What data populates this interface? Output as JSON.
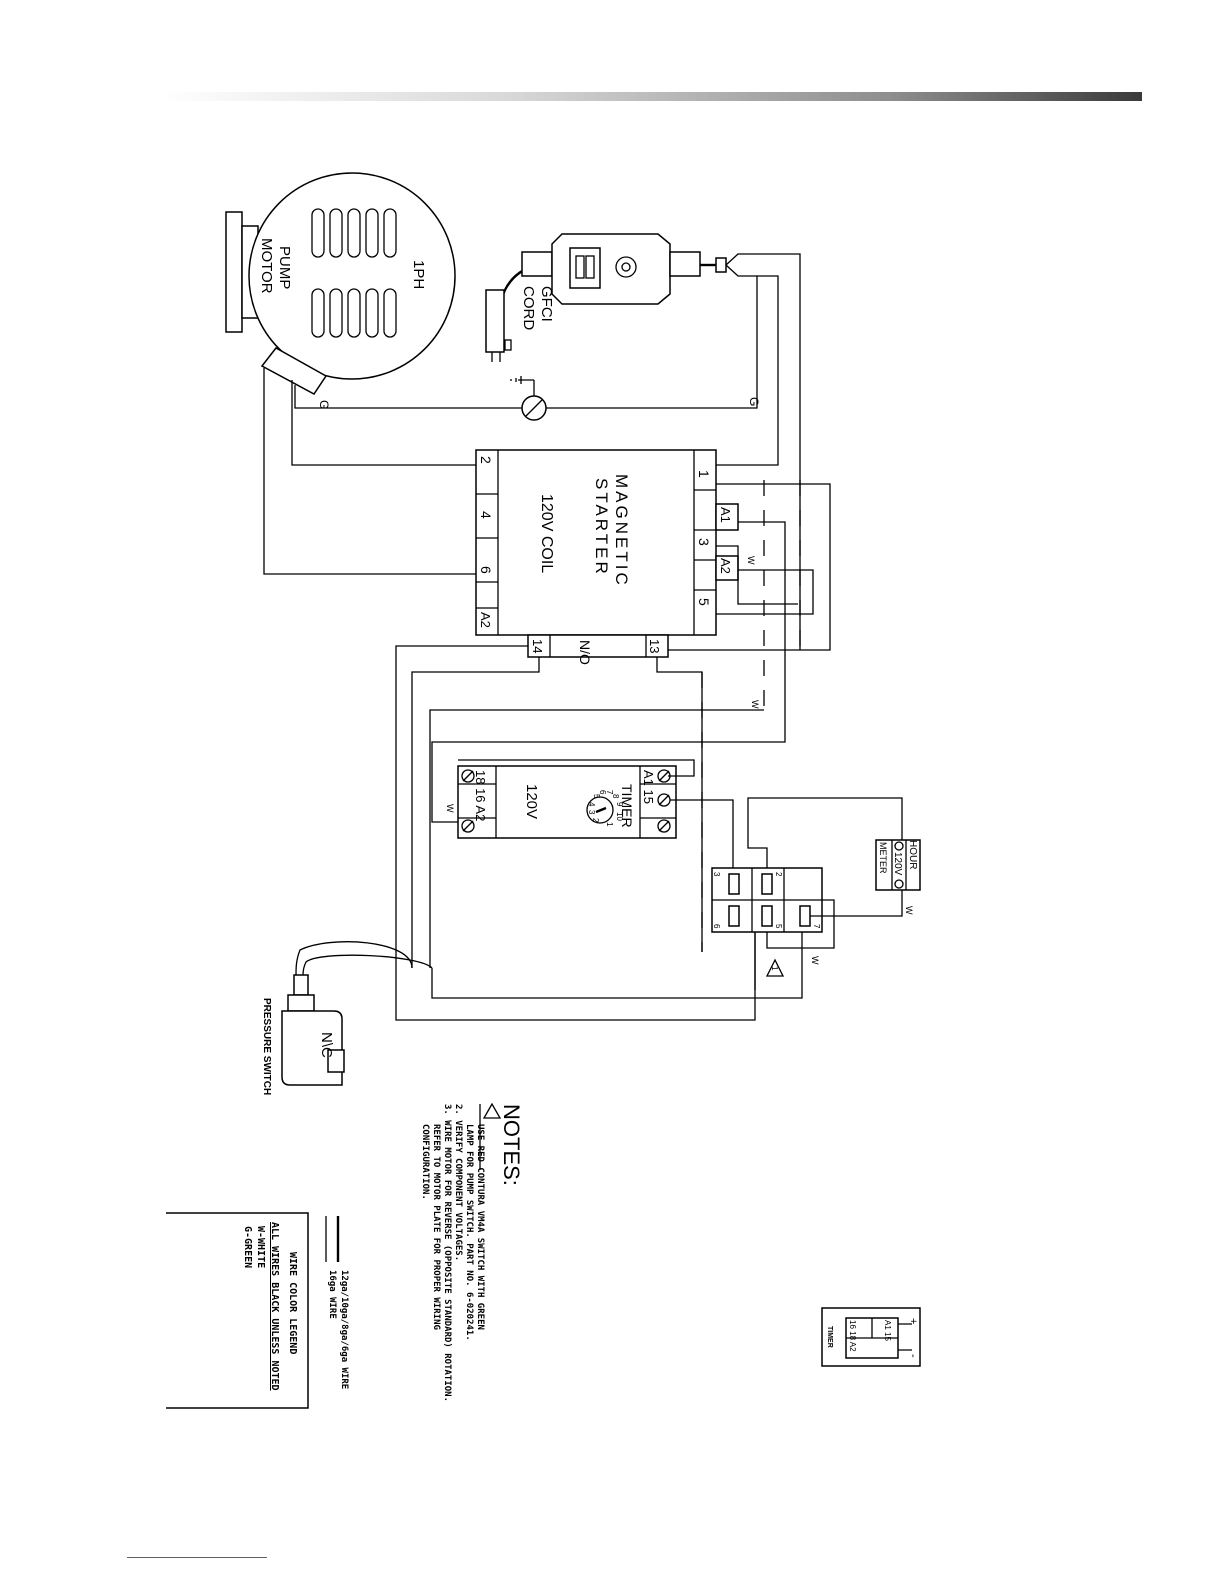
{
  "motor": {
    "phase": "1PH",
    "line1": "PUMP",
    "line2": "MOTOR"
  },
  "gfci": {
    "line1": "GFCI",
    "line2": "CORD"
  },
  "ground_labels": {
    "motor_side": "G",
    "cord_side": "G"
  },
  "starter": {
    "title1": "MAGNETIC",
    "title2": "STARTER",
    "coil": "120V COIL",
    "left_terminals": [
      "2",
      "4",
      "6",
      "A2"
    ],
    "right_terminals": [
      "1",
      "A1",
      "3",
      "A2",
      "5"
    ],
    "aux_left": "14",
    "aux_mid": "N/O",
    "aux_right": "13"
  },
  "wire_marks": {
    "w1": "W",
    "w2": "W",
    "w3": "W",
    "w4": "W",
    "w5": "W"
  },
  "timer": {
    "title": "TIMER",
    "voltage": "120V",
    "top_terms": "A1 15",
    "bottom_terms": "18 16 A2",
    "dial_numbers": [
      "1",
      "2",
      "3",
      "4",
      "5",
      "6",
      "7",
      "8",
      "9",
      "10"
    ]
  },
  "switch_block": {
    "terminals": [
      "2",
      "3",
      "5",
      "6",
      "7"
    ],
    "warn": "1"
  },
  "hour_meter": {
    "line1": "HOUR",
    "line2": "120V",
    "line3": "METER"
  },
  "pressure_switch": {
    "label": "PRESSURE SWITCH",
    "type": "N\\C"
  },
  "notes": {
    "title": "NOTES:",
    "items": [
      "USE RED CONTURA VM4A SWITCH WITH GREEN",
      "LAMP FOR PUMP SWITCH. PART NO. 6-020241.",
      "2.  VERIFY COMPONENT VOLTAGES.",
      "3.  WIRE MOTOR FOR REVERSE (OPPOSITE STANDARD) ROTATION.",
      "REFER TO MOTOR PLATE FOR PROPER WIRING",
      "CONFIGURATION."
    ]
  },
  "wire_key": {
    "thick": "12ga/10ga/8ga/6ga WIRE",
    "thin": "16ga WIRE"
  },
  "legend": {
    "title": "WIRE COLOR LEGEND",
    "default": "ALL WIRES BLACK UNLESS NOTED",
    "items": [
      "W-WHITE",
      "G-GREEN"
    ]
  },
  "timer_symbol": {
    "label": "TIMER",
    "plus": "+",
    "minus": "-",
    "top": "A1 15",
    "bottom": "16 18 A2"
  }
}
